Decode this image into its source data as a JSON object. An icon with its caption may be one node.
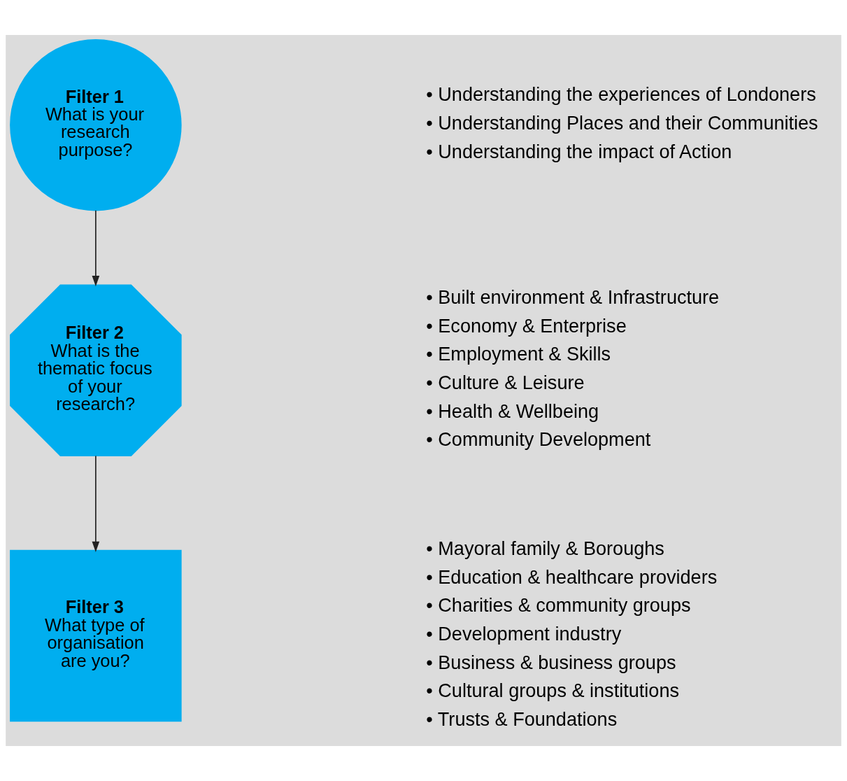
{
  "diagram": {
    "nodes": [
      {
        "text": [
          "Filter 1",
          "What is your research purpose?"
        ],
        "beside": [
          "• Understanding the experiences of Londoners",
          "• Understanding Places and their Communities",
          "• Understanding the impact of Action"
        ]
      },
      {
        "text": [
          "Filter 2",
          "What is the thematic focus of your research?"
        ],
        "beside": [
          "• Built environment & Infrastructure",
          "• Economy & Enterprise",
          "• Employment & Skills",
          "• Culture & Leisure",
          "• Health & Wellbeing",
          "• Community Development"
        ]
      },
      {
        "text": [
          "Filter 3",
          "What type of organisation are you?"
        ],
        "beside": [
          "• Mayoral family & Boroughs",
          "• Education & healthcare providers",
          "• Charities & community groups",
          "• Development industry",
          "• Business & business groups",
          "• Cultural groups & institutions",
          "• Trusts & Foundations"
        ]
      }
    ],
    "edges": [
      {
        "from": 0,
        "to": 1,
        "arrow": "to"
      },
      {
        "from": 1,
        "to": 2,
        "arrow": "to"
      }
    ]
  }
}
